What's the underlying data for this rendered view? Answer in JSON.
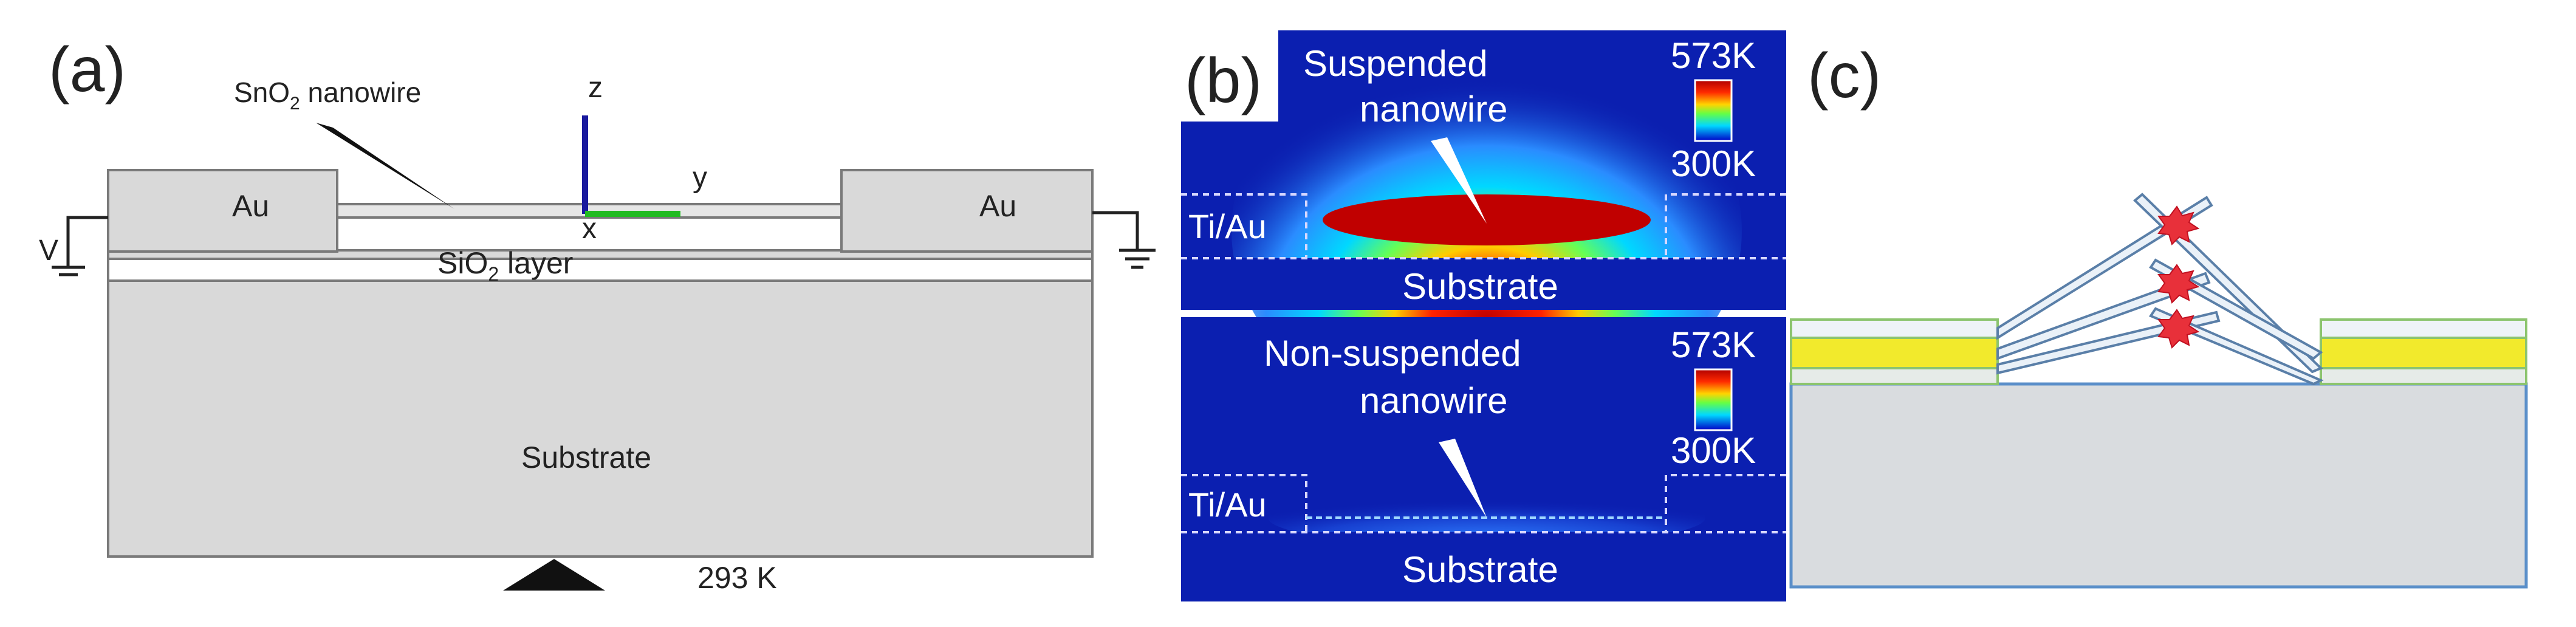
{
  "panel_a": {
    "label": "(a)",
    "nanowire_label": "SnO",
    "nanowire_label_sub": "2",
    "nanowire_label_rest": " nanowire",
    "electrode_left": "Au",
    "electrode_right": "Au",
    "oxide_label": "SiO",
    "oxide_label_sub": "2",
    "oxide_label_rest": " layer",
    "substrate_label": "Substrate",
    "voltage_label": "V",
    "axis_z": "z",
    "axis_y": "y",
    "axis_x": "x",
    "temperature_label": "293 K",
    "colors": {
      "block": "#d9d9d9",
      "outline": "#7a7a7a",
      "axis_z": "#1a1a9e",
      "axis_y": "#22bb22"
    }
  },
  "panel_b": {
    "label": "(b)",
    "top": {
      "title_line1": "Suspended",
      "title_line2": "nanowire",
      "scale_max": "573K",
      "scale_min": "300K",
      "electrode_label": "Ti/Au",
      "substrate_label": "Substrate"
    },
    "bottom": {
      "title_line1": "Non-suspended",
      "title_line2": "nanowire",
      "scale_max": "573K",
      "scale_min": "300K",
      "electrode_label": "Ti/Au",
      "substrate_label": "Substrate"
    },
    "colors": {
      "background": "#0b1fb0",
      "hot": "#cc0000"
    }
  },
  "panel_c": {
    "label": "(c)",
    "colors": {
      "substrate": "#d9dcdf",
      "substrate_outline": "#5b8fc9",
      "electrode": "#f2ea2c",
      "electrode_outline": "#8cc46e",
      "hotspot": "#e8303a",
      "wire": "#d5e3f1"
    }
  }
}
